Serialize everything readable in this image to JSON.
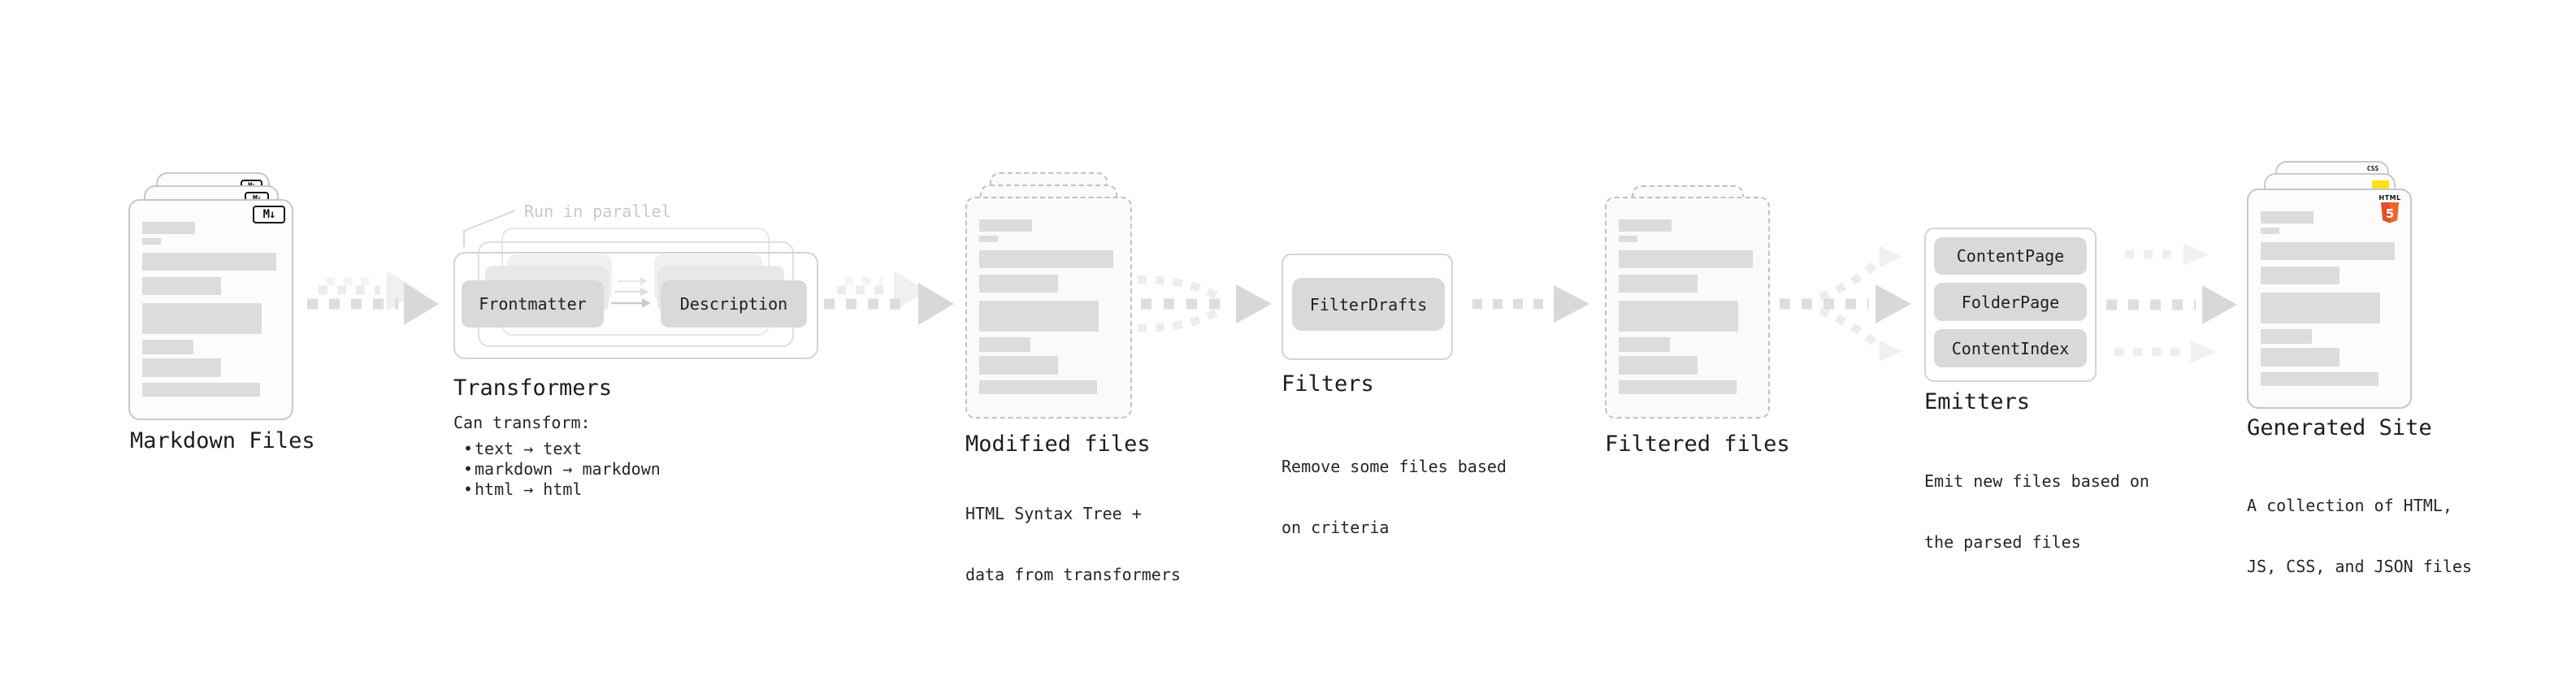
{
  "colors": {
    "html5_orange": "#e44d26",
    "html5_orange_light": "#f16529",
    "js_yellow": "#ffdf1e",
    "css_blue": "#2965f1",
    "arrow_gray": "#d8d8d8",
    "skeleton_gray": "#dcdcdc"
  },
  "stages": {
    "markdown_files": {
      "title": "Markdown Files",
      "badge": "M↓"
    },
    "transformers": {
      "title": "Transformers",
      "parallel_note": "Run in parallel",
      "input_box": "Frontmatter",
      "output_box": "Description",
      "note_heading": "Can transform:",
      "bullet_char": "•",
      "bullets": [
        "text → text",
        "markdown → markdown",
        "html → html"
      ]
    },
    "modified_files": {
      "title": "Modified files",
      "caption": [
        "HTML Syntax Tree +",
        "data from transformers"
      ]
    },
    "filters": {
      "title": "Filters",
      "box": "FilterDrafts",
      "caption": [
        "Remove some files based",
        "on criteria"
      ]
    },
    "filtered_files": {
      "title": "Filtered files"
    },
    "emitters": {
      "title": "Emitters",
      "boxes": [
        "ContentPage",
        "FolderPage",
        "ContentIndex"
      ],
      "caption": [
        "Emit new files based on",
        "the parsed files"
      ]
    },
    "generated_site": {
      "title": "Generated Site",
      "html5_label": "HTML",
      "html5_number": "5",
      "css_label": "CSS",
      "caption": [
        "A collection of HTML,",
        "JS, CSS, and JSON files"
      ]
    }
  }
}
